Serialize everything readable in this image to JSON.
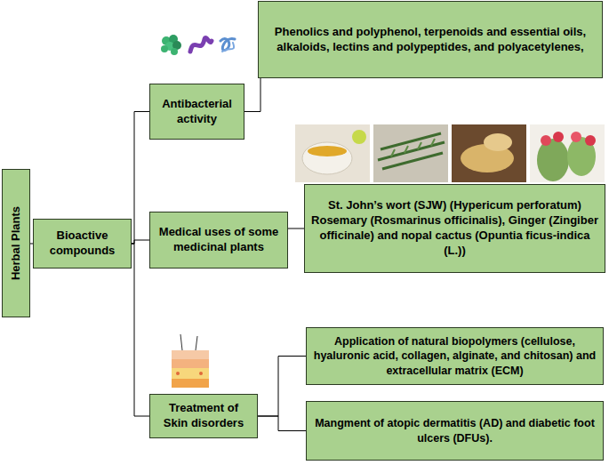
{
  "diagram": {
    "nodes": [
      {
        "text": [
          "Herbal Plants"
        ]
      },
      {
        "text": [
          "Bioactive compounds"
        ]
      },
      {
        "text": [
          "Antibacterial activity"
        ]
      },
      {
        "text": [
          "Phenolics and polyphenol, terpenoids and essential oils, alkaloids, lectins and polypeptides, and polyacetylenes,"
        ]
      },
      {
        "text": [
          "Medical uses of some medicinal plants"
        ]
      },
      {
        "text": [
          "St. John’s wort (SJW) (Hypericum perforatum) Rosemary (Rosmarinus officinalis), Ginger (Zingiber officinale) and nopal cactus (Opuntia ficus-indica (L.))"
        ]
      },
      {
        "text": [
          "Treatment of Skin disorders"
        ]
      },
      {
        "text": [
          "Application of natural biopolymers (cellulose, hyaluronic acid, collagen, alginate, and chitosan) and extracellular matrix (ECM)"
        ]
      },
      {
        "text": [
          "Mangment of atopic dermatitis (AD) and diabetic foot ulcers (DFUs)."
        ]
      }
    ],
    "edges": [
      {
        "from": 0,
        "to": 1,
        "arrow": "none"
      },
      {
        "from": 1,
        "to": 2,
        "arrow": "none"
      },
      {
        "from": 1,
        "to": 4,
        "arrow": "none"
      },
      {
        "from": 1,
        "to": 6,
        "arrow": "none"
      },
      {
        "from": 2,
        "to": 3,
        "arrow": "none"
      },
      {
        "from": 4,
        "to": 5,
        "arrow": "none"
      },
      {
        "from": 6,
        "to": 7,
        "arrow": "none"
      },
      {
        "from": 6,
        "to": 8,
        "arrow": "none"
      }
    ]
  }
}
